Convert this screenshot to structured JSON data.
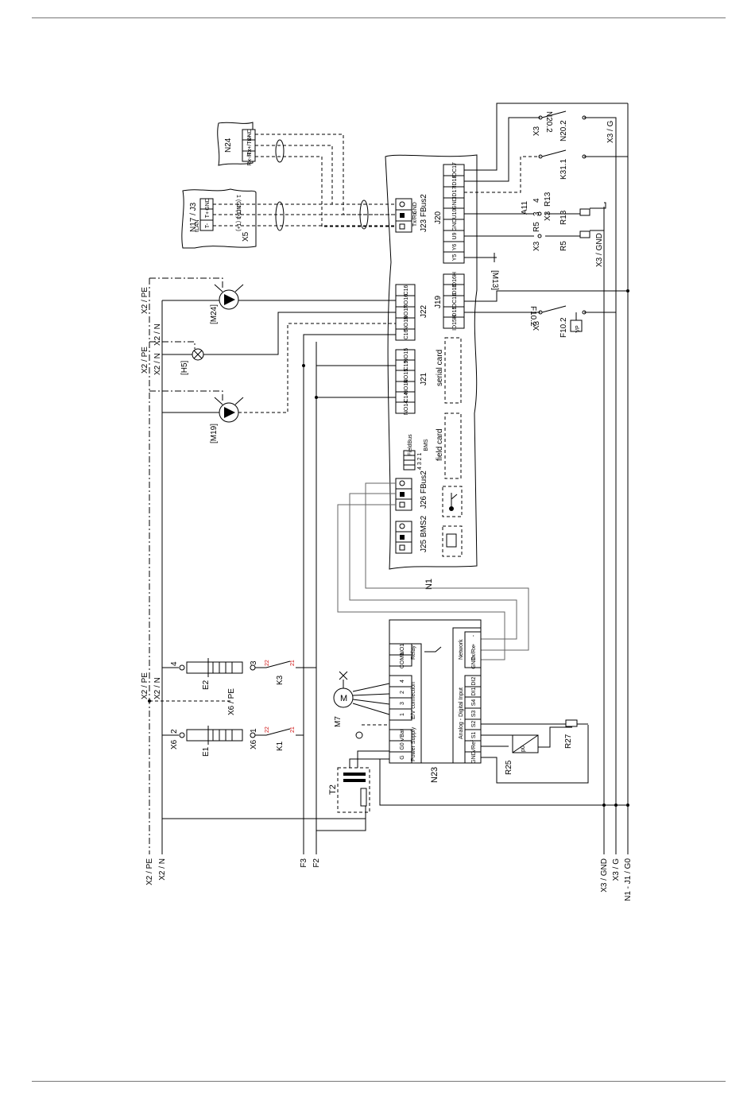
{
  "labels": {
    "left_rail": [
      "X2 / PE",
      "X2 / N",
      "F3",
      "F2"
    ],
    "right_rail": [
      "X3 / GND",
      "X3 / G",
      "N1 - J1 / G0"
    ],
    "n1": "N1",
    "n23": "N23",
    "t2": "T2",
    "m7": "M7",
    "m_letter": "M",
    "x6_pe": "X6 / PE",
    "x2pe_n_top": "X2 / PE",
    "x2n_top": "X2 / N",
    "e1": "E1",
    "e2": "E2",
    "k1": "K1",
    "k3": "K3",
    "x6": "X6",
    "n1_1": "1",
    "n1_2": "2",
    "n1_3": "3",
    "n1_4": "4",
    "r25": "R25",
    "r27": "R27",
    "p0": "p0",
    "m19": "[M19]",
    "h5": "[H5]",
    "m24": "[M24]",
    "x2pe_a": "X2 / PE",
    "x2n_a": "X2 / N",
    "x2pe_b": "X2 / PE",
    "x2n_b": "X2 / N",
    "x2pe_c": "X2 / PE",
    "x2n_c": "X2 / N",
    "n17": "N17 / J3",
    "x5": "X5",
    "n24": "N24",
    "j23": "J23 FBus2",
    "j26": "J26 FBus2",
    "j25": "J25 BMS2",
    "j22": "J22",
    "j21": "J21",
    "j19": "J19",
    "j20": "J20",
    "field_card": "field card",
    "serial_card": "serial card",
    "fieldbus": "FieldBus",
    "bms": "BMS",
    "fb_nums": "4 3 2 1",
    "m13": "[M13]",
    "r5": "R5",
    "r13": "R13",
    "x3_gnd": "X3 / GND",
    "x3_g": "X3 / G",
    "k31": "K31.1",
    "n20": "N20.2",
    "n20_top": "N20.2",
    "f10": "F10.2",
    "f10_top": "F10.2",
    "vp": "VP",
    "a11": "A11",
    "x3": "X3",
    "r5_pin": "R5",
    "r13_pin": "R13",
    "n_4": "4",
    "n_3": "3",
    "relay": "Relay",
    "network": "Network",
    "ev": "E/V connection",
    "power": "Power Supply",
    "analog": "Analog - Digital Input",
    "red21": "21",
    "red22": "22",
    "n24_pins": [
      "GND",
      "Rx+/Tx+",
      "Rx-/Tx-"
    ],
    "n17_pins": [
      "GND",
      "T+",
      "T-"
    ],
    "n17_tlan": "tLAN",
    "x5_pins": [
      "1 (GND)",
      "2 (T-)",
      "3 (T+)"
    ],
    "j23_pins": [
      "GND",
      "Tx/Rx",
      ""
    ],
    "j22_pins": [
      "C16",
      "NO16",
      "NO17",
      "NO18",
      "C16"
    ],
    "j21_pins": [
      "NO15",
      "C15",
      "NO15",
      "NO14",
      "C14",
      "NO14"
    ],
    "j19_pins": [
      "ID16H",
      "ID16",
      "IDC15",
      "ID15",
      "ID15H"
    ],
    "j20_pins": [
      "IDC17",
      "ID18",
      "ID17",
      "GND",
      "U10",
      "GND",
      "U9",
      "Y6",
      "Y5"
    ],
    "n23_top_pins": [
      "NO1",
      "COM1"
    ],
    "n23_ev_pins": [
      "4",
      "2",
      "3",
      "1"
    ],
    "n23_ps_pins": [
      "VBat",
      "G0",
      "G"
    ],
    "n23_net_pins": [
      "-",
      "+",
      "Tx/Rx",
      "GND"
    ],
    "n23_ai_pins": [
      "DI2",
      "DI1",
      "S4",
      "S3",
      "S2",
      "S1",
      "VRef",
      "GND"
    ]
  }
}
